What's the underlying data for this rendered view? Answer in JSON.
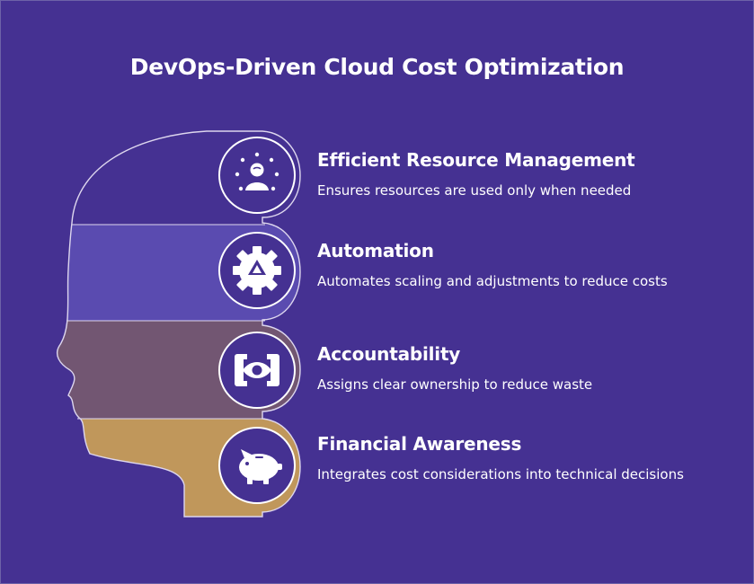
{
  "title": "DevOps-Driven Cloud Cost Optimization",
  "items": [
    {
      "heading": "Efficient Resource Management",
      "description": "Ensures resources are used only when needed",
      "icon": "resource-user-icon",
      "color": "#453192"
    },
    {
      "heading": "Automation",
      "description": "Automates scaling and adjustments to reduce costs",
      "icon": "gear-arrows-icon",
      "color": "#5a4bb0"
    },
    {
      "heading": "Accountability",
      "description": "Assigns clear ownership to reduce waste",
      "icon": "eye-scan-icon",
      "color": "#725672"
    },
    {
      "heading": "Financial Awareness",
      "description": "Integrates cost considerations into technical decisions",
      "icon": "piggy-bank-icon",
      "color": "#c0975b"
    }
  ]
}
